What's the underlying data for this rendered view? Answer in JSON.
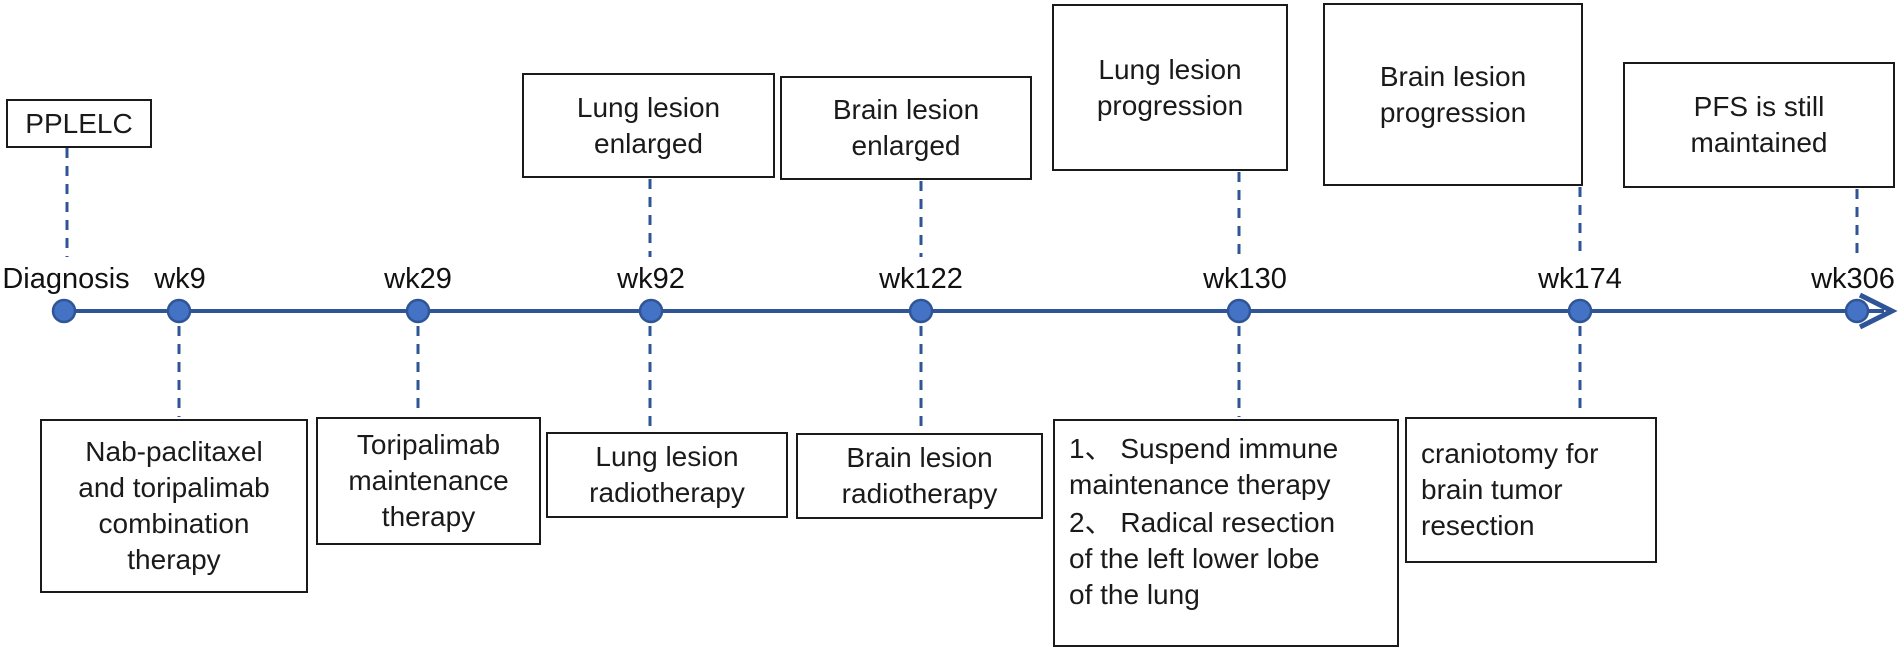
{
  "timeline": {
    "axis_labels": [
      "Diagnosis",
      "wk9",
      "wk29",
      "wk92",
      "wk122",
      "wk130",
      "wk174",
      "wk306"
    ],
    "top_boxes": {
      "pplelc": "PPLELC",
      "lung_lesion_enlarged": "Lung lesion\nenlarged",
      "brain_lesion_enlarged": "Brain lesion\nenlarged",
      "lung_lesion_progression": "Lung lesion\nprogression",
      "brain_lesion_progression": "Brain lesion\nprogression",
      "pfs_maintained": "PFS is still\nmaintained"
    },
    "bottom_boxes": {
      "nab_paclitaxel": "Nab-paclitaxel\nand toripalimab\ncombination\ntherapy",
      "toripalimab_maintenance": "Toripalimab\nmaintenance\ntherapy",
      "lung_radiotherapy": "Lung lesion\nradiotherapy",
      "brain_radiotherapy": "Brain lesion\nradiotherapy",
      "surgery_item_1": "1、 Suspend immune\nmaintenance therapy",
      "surgery_item_2": "2、 Radical resection\nof the left lower lobe\nof the lung",
      "craniotomy": "craniotomy for\nbrain tumor\nresection"
    },
    "colors": {
      "timeline_line": "#2F5597",
      "dot_fill": "#4472C4",
      "box_border": "#1a1a1a",
      "text": "#1a1a1a"
    }
  }
}
